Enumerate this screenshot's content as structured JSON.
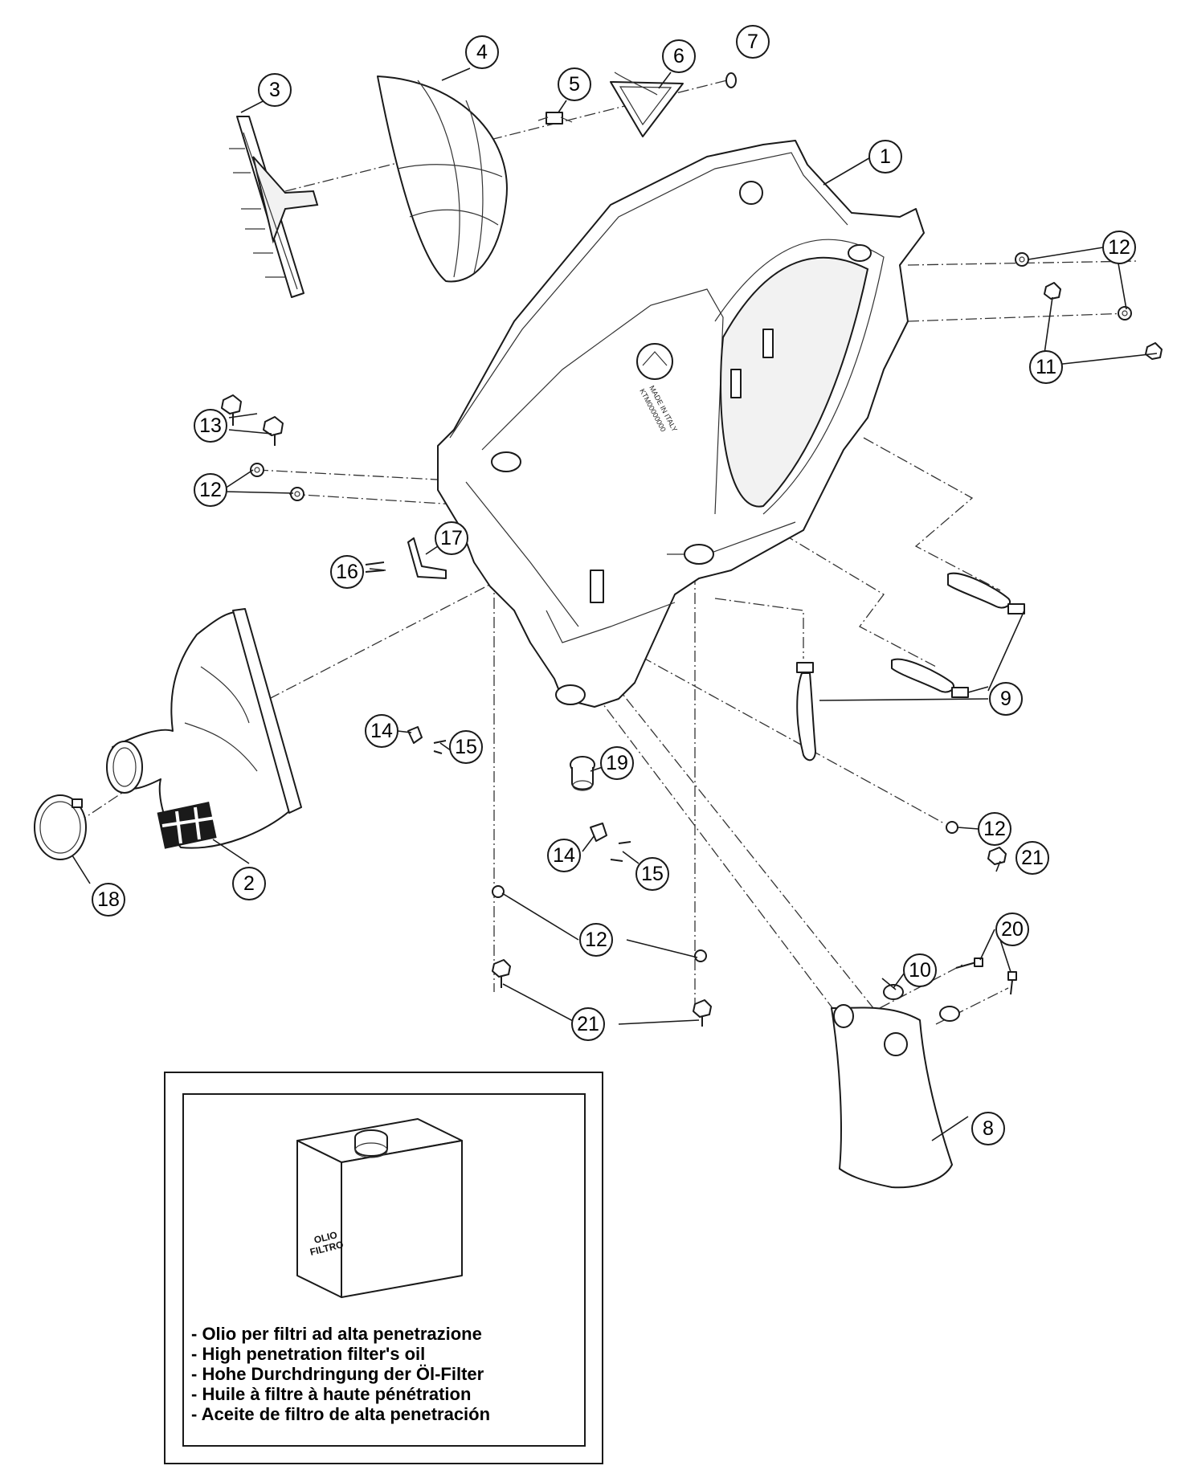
{
  "callouts": {
    "c1": "1",
    "c2": "2",
    "c3": "3",
    "c4": "4",
    "c5": "5",
    "c6": "6",
    "c7": "7",
    "c8": "8",
    "c9": "9",
    "c10": "10",
    "c11": "11",
    "c12a": "12",
    "c12b": "12",
    "c12c": "12",
    "c12d": "12",
    "c13": "13",
    "c14a": "14",
    "c14b": "14",
    "c15a": "15",
    "c15b": "15",
    "c16": "16",
    "c17": "17",
    "c18": "18",
    "c19": "19",
    "c20": "20",
    "c21a": "21",
    "c21b": "21"
  },
  "housing_mark": {
    "line1": "MADE IN ITALY",
    "line2": "KTM00000000"
  },
  "oil_can": {
    "label_line1": "OLIO",
    "label_line2": "FILTRO"
  },
  "legend": {
    "lines": [
      "- Olio per filtri ad alta penetrazione",
      "- High penetration filter's oil",
      "- Hohe Durchdringung der Öl-Filter",
      "- Huile à filtre à haute pénétration",
      "- Aceite de filtro de alta penetración"
    ]
  }
}
